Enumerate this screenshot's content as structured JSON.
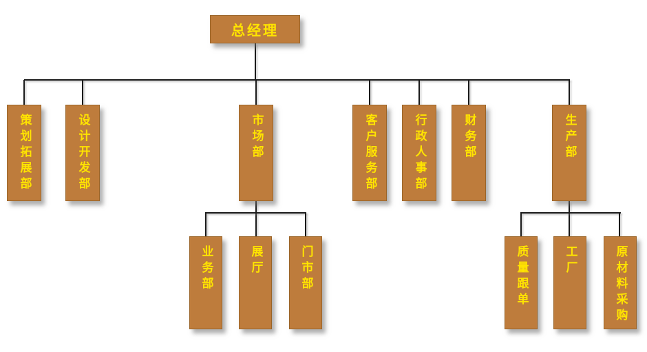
{
  "org": {
    "root": {
      "label": "总经理"
    },
    "departments": [
      {
        "label": "策划拓展部"
      },
      {
        "label": "设计开发部"
      },
      {
        "label": "市场部"
      },
      {
        "label": "客户服务部"
      },
      {
        "label": "行政人事部"
      },
      {
        "label": "财务部"
      },
      {
        "label": "生产部"
      }
    ],
    "market_children": [
      {
        "label": "业务部"
      },
      {
        "label": "展厅"
      },
      {
        "label": "门市部"
      }
    ],
    "production_children": [
      {
        "label": "质量跟单"
      },
      {
        "label": "工厂"
      },
      {
        "label": "原材料采购"
      }
    ]
  },
  "colors": {
    "box_fill": "#BE7C3C",
    "box_border": "#9A6428",
    "box_text": "#FFE400",
    "line": "#1A1A1A",
    "background": "#FFFFFF"
  }
}
